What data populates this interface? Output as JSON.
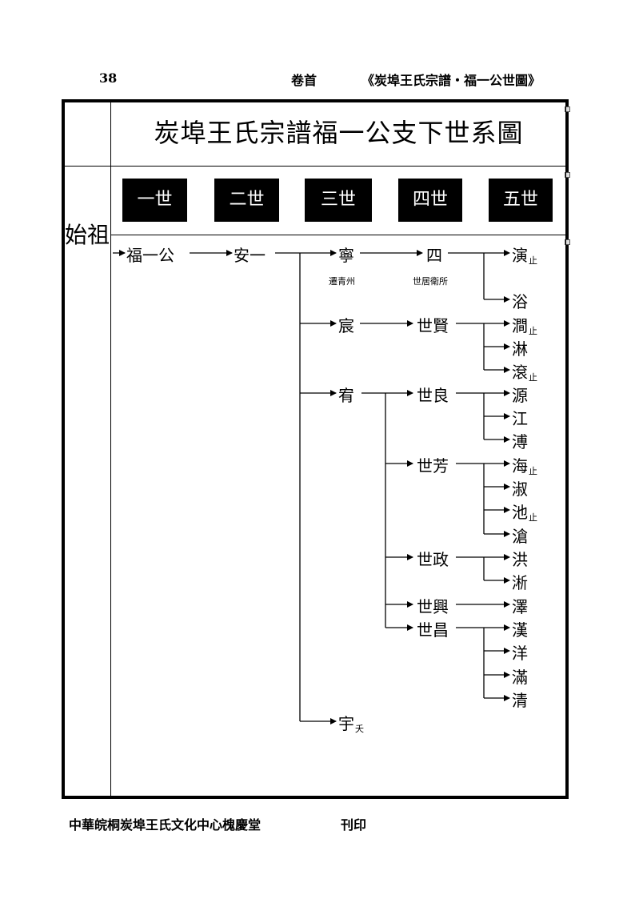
{
  "header": {
    "page_number": "38",
    "section": "卷首",
    "book_title": "《炭埠王氏宗譜・福一公世圖》"
  },
  "chart": {
    "title": "炭埠王氏宗譜福一公支下世系圖",
    "ancestor_label": "始祖",
    "generations": [
      "一世",
      "二世",
      "三世",
      "四世",
      "五世"
    ]
  },
  "tree": {
    "gen1": {
      "name": "福一公"
    },
    "gen2": {
      "name": "安一"
    },
    "gen3": [
      {
        "name": "寧",
        "note": "遷青州"
      },
      {
        "name": "宸"
      },
      {
        "name": "宥"
      },
      {
        "name": "宇",
        "suffix": "夭"
      }
    ],
    "gen4": [
      {
        "name": "四",
        "note": "世居衛所"
      },
      {
        "name": "世賢"
      },
      {
        "name": "世良"
      },
      {
        "name": "世芳"
      },
      {
        "name": "世政"
      },
      {
        "name": "世興"
      },
      {
        "name": "世昌"
      }
    ],
    "gen5": [
      {
        "name": "演",
        "suffix": "止"
      },
      {
        "name": "浴"
      },
      {
        "name": "澗",
        "suffix": "止"
      },
      {
        "name": "淋"
      },
      {
        "name": "滾",
        "suffix": "止"
      },
      {
        "name": "源"
      },
      {
        "name": "江"
      },
      {
        "name": "溥"
      },
      {
        "name": "海",
        "suffix": "止"
      },
      {
        "name": "淑"
      },
      {
        "name": "池",
        "suffix": "止"
      },
      {
        "name": "滄"
      },
      {
        "name": "洪"
      },
      {
        "name": "淅"
      },
      {
        "name": "澤"
      },
      {
        "name": "漢"
      },
      {
        "name": "洋"
      },
      {
        "name": "滿"
      },
      {
        "name": "清"
      }
    ]
  },
  "footer": {
    "publisher": "中華皖桐炭埠王氏文化中心槐慶堂",
    "printed": "刊印"
  }
}
